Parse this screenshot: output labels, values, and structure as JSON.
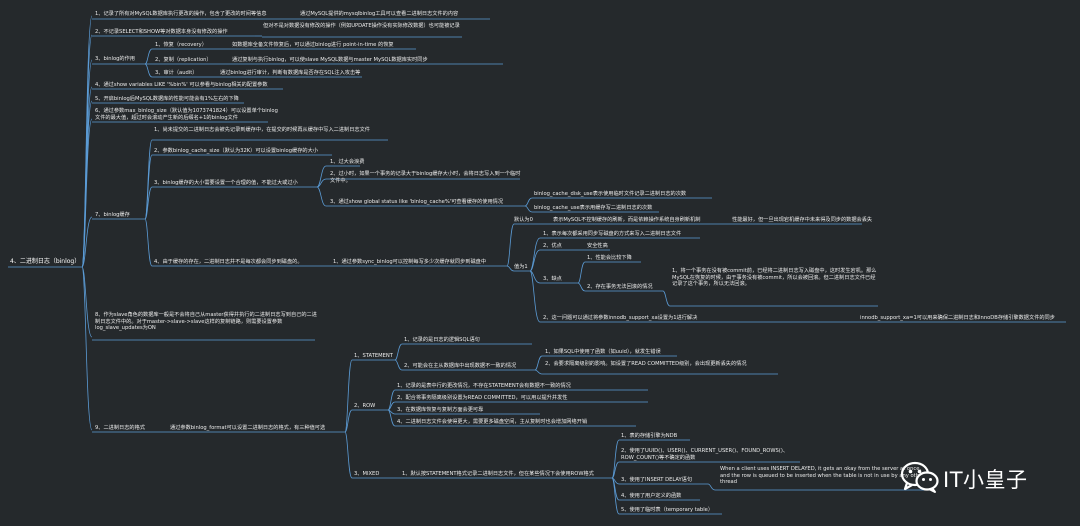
{
  "brand": {
    "name": "IT小皇子",
    "icon": "wechat-icon"
  },
  "colors": {
    "background": "#25292c",
    "line": "#5b9bd5",
    "text": "#ececec"
  },
  "root": {
    "label": "4、二进制日志（binlog）"
  },
  "branches": {
    "b1": {
      "label": "1、记录了所有对MySQL数据库执行更改的操作，包含了更改的时间等信息",
      "note": "通过MySQL提供的mysqlbinlog工具可以查看二进制日志文件的内容"
    },
    "b2": {
      "label": "2、不记录SELECT和SHOW等对数据本身没有修改的操作",
      "note": "但对不是对数据没有修改的操作（例如UPDATE操作没有实际修改数据）也可能被记录"
    },
    "b3": {
      "label": "3、binlog的作用",
      "items": [
        {
          "label": "1、恢复（recovery）",
          "note": "如数据库全备文件恢复后，可以通过binlog进行 point-in-time 的恢复"
        },
        {
          "label": "2、复制（replication）",
          "note": "通过复制与执行binlog，可以使slave MySQL数据与master MySQL数据库实时同步"
        },
        {
          "label": "3、审计（audit）",
          "note": "通过binlog进行审计，判断有数据库是否存在SQL注入攻击等"
        }
      ]
    },
    "b4": {
      "label": "4、通过show variables LIKE '%bin%' 可以参看与binlog相关的配置参数"
    },
    "b5": {
      "label": "5、开启binlog后MySQL数据库的性能可能会有1%左右的下降"
    },
    "b6": {
      "label": "6、通过参数max_binlog_size（默认值为1073741824）可以设置单个binlog文件的最大值，超过时会滚动产生新的后缀名+1的binlog文件"
    },
    "b7": {
      "label": "7、binlog缓存",
      "items": [
        {
          "label": "1、尚未提交的二进制日志会被先记录到缓存中，在提交的时候再从缓存中写入二进制日志文件"
        },
        {
          "label": "2、参数binlog_cache_size（默认为32K）可以设置binlog缓存的大小"
        },
        {
          "label": "3、binlog缓存的大小需要设置一个合理的值，不能过大或过小",
          "items": [
            {
              "label": "1、过大会浪费"
            },
            {
              "label": "2、过小时，如果一个事务的记录大于binlog缓存大小时，会将日志写入到一个临时文件中。"
            },
            {
              "label": "3、通过show global status like 'binlog_cache%'可查看缓存的使用情况",
              "items": [
                {
                  "label": "binlog_cache_disk_use表示使用临时文件记录二进制日志的次数"
                },
                {
                  "label": "binlog_cache_use表示用缓存写二进制日志的次数"
                }
              ]
            }
          ]
        },
        {
          "label": "4、由于缓存的存在，二进制日志并不是每次都会同步到磁盘的。",
          "sub": "1、通过参数sync_binlog可以控制每写多少次缓存就同步到磁盘中",
          "default": {
            "label": "默认为0",
            "desc": "表示MySQL不控制缓存的刷新，而是依赖操作系统自身刷新机制",
            "perf": "性能最好，但一旦出现宕机缓存中未来得及同步的数据会丢失"
          },
          "one": {
            "label": "值为1",
            "items": [
              {
                "label": "1、表示每次都采用同步写磁盘的方式来写入二进制日志文件"
              },
              {
                "label": "2、优点",
                "note": "安全性高"
              },
              {
                "label": "3、缺点",
                "items": [
                  {
                    "label": "1、性能会比较下降"
                  },
                  {
                    "label": "2、存在事务无法回滚的情况",
                    "note": "1、将一个事务在没有被commit前，已经将二进制日志写入磁盘中，这时发生宕机。那么MySQL在恢复的时候，由于事务没有被commit，所以会被回滚。但二进制日志文件已经记录了这个事务，所以无法回滚。"
                  }
                ]
              },
              {
                "label": "2、这一问题可以通过将参数innodb_support_xa设置为1进行解决",
                "note": "innodb_support_xa=1可以用来确保二进制日志和InnoDB存储引擎数据文件的同步"
              }
            ]
          }
        }
      ]
    },
    "b8": {
      "label": "8、作为slave角色的数据库一般是不会将自己从master获得并执行的二进制日志写到自己的二进制日志文件中的。对于master->slave->slave这样的复制链路，则需要设置参数log_slave_updates为ON"
    },
    "b9": {
      "label": "9、二进制日志的格式",
      "note": "通过参数binlog_format可以设置二进制日志的格式，有三种值可选",
      "statement": {
        "label": "1、STATEMENT",
        "items": [
          {
            "label": "1、记录的是日志的逻辑SQL语句"
          },
          {
            "label": "2、可能会在主从数据库中出现数据不一致的情况",
            "items": [
              {
                "label": "1、如果SQL中使用了函数（如uuid），就发生错误"
              },
              {
                "label": "2、会要求隔离级别的影响。如设置了READ COMMITTED级别，会出现更新丢失的情况"
              }
            ]
          }
        ]
      },
      "row": {
        "label": "2、ROW",
        "items": [
          {
            "label": "1、记录的是表中行的更改情况，不存在STATEMENT会有数据不一致的情况"
          },
          {
            "label": "2、配合将事务隔离级别设置为READ COMMITTED，可以用以提升并发性"
          },
          {
            "label": "3、在数据库恢复与复制方面会更可靠"
          },
          {
            "label": "4、二进制日志文件会使得更大，需要更多磁盘空间，主从复制时也会增加网络开销"
          }
        ]
      },
      "mixed": {
        "label": "3、MIXED",
        "note": "1、默认按STATEMENT格式记录二进制日志文件，但在某些情况下会使用ROW格式",
        "items": [
          {
            "label": "1、表的存储引擎为NDB"
          },
          {
            "label": "2、使用了UUID()、USER()、CURRENT_USER()、FOUND_ROWS()、ROW_COUNT()等不确定的函数"
          },
          {
            "label": "3、使用了INSERT DELAY语句",
            "note": "When a client uses INSERT DELAYED, it gets an okay from the server at once, and the row is queued to be inserted when the table is not in use by any other thread"
          },
          {
            "label": "4、使用了用户定义的函数"
          },
          {
            "label": "5、使用了临时表（temporary table）"
          }
        ]
      }
    }
  }
}
